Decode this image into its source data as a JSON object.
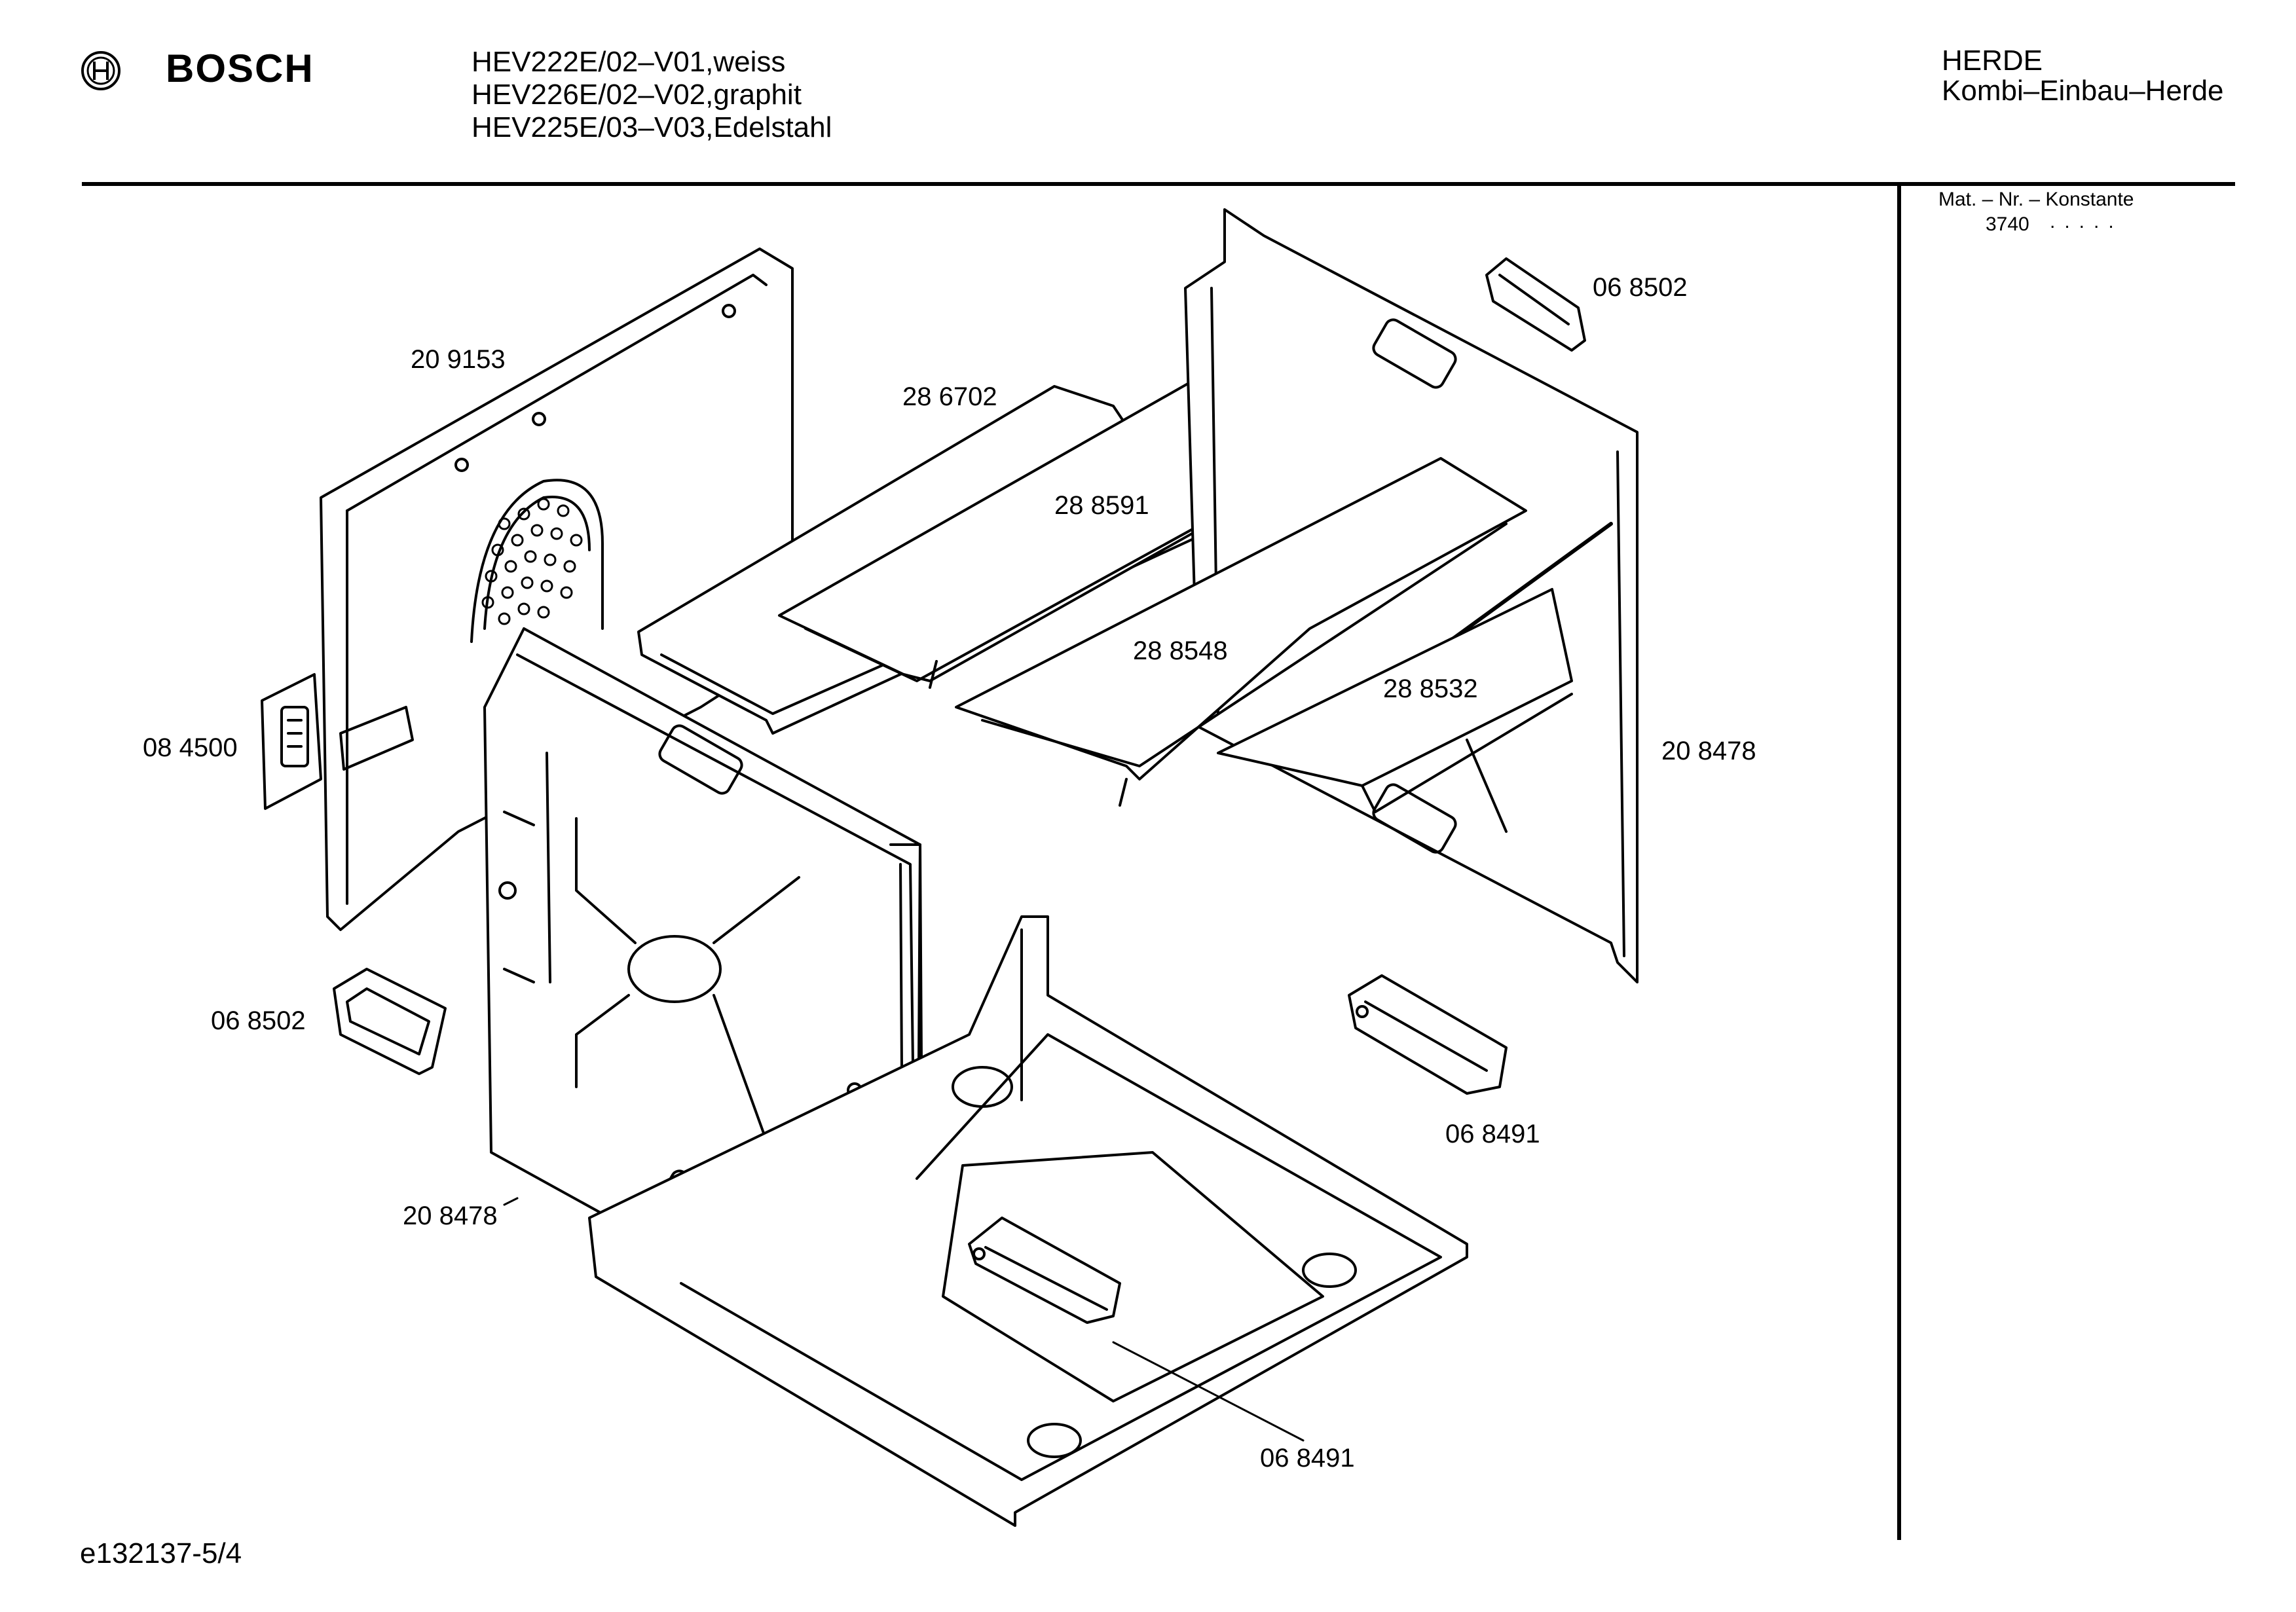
{
  "header": {
    "brand": "BOSCH",
    "models": [
      "HEV222E/02–V01,weiss",
      "HEV226E/02–V02,graphit",
      "HEV225E/03–V03,Edelstahl"
    ],
    "category": [
      "HERDE",
      "Kombi–Einbau–Herde"
    ]
  },
  "side_panel": {
    "label": "Mat. – Nr. – Konstante",
    "value": "3740",
    "dots": "....."
  },
  "footer": {
    "doc_id": "e132137-5/4"
  },
  "parts": {
    "p209153": "20 9153",
    "p286702": "28 6702",
    "p288591": "28 8591",
    "p288548": "28 8548",
    "p288532": "28 8532",
    "p068502a": "06 8502",
    "p208478r": "20 8478",
    "p084500": "08 4500",
    "p068502b": "06 8502",
    "p068491a": "06 8491",
    "p208478l": "20 8478",
    "p068491b": "06 8491"
  }
}
